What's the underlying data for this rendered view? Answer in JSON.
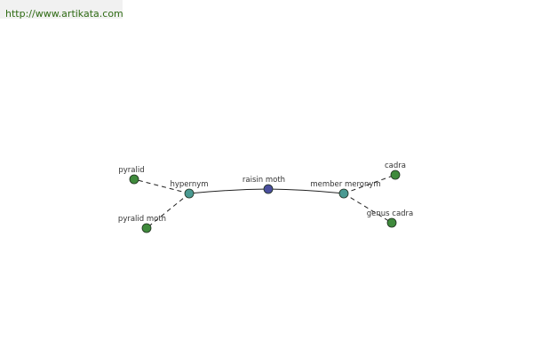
{
  "header": {
    "url": "http://www.artikata.com"
  },
  "graph": {
    "nodes": [
      {
        "id": "raisin-moth",
        "label": "raisin moth",
        "color": "#4a4f9e"
      },
      {
        "id": "hypernym",
        "label": "hypernym",
        "color": "#4a9a92"
      },
      {
        "id": "member-meronym",
        "label": "member meronym",
        "color": "#4a9a92"
      },
      {
        "id": "pyralid",
        "label": "pyralid",
        "color": "#3f8a3c"
      },
      {
        "id": "pyralid-moth",
        "label": "pyralid moth",
        "color": "#3f8a3c"
      },
      {
        "id": "cadra",
        "label": "cadra",
        "color": "#3f8a3c"
      },
      {
        "id": "genus-cadra",
        "label": "genus cadra",
        "color": "#3f8a3c"
      }
    ],
    "edges": [
      {
        "from": "raisin-moth",
        "to": "hypernym",
        "style": "solid"
      },
      {
        "from": "raisin-moth",
        "to": "member-meronym",
        "style": "solid"
      },
      {
        "from": "hypernym",
        "to": "pyralid",
        "style": "dashed"
      },
      {
        "from": "hypernym",
        "to": "pyralid-moth",
        "style": "dashed"
      },
      {
        "from": "member-meronym",
        "to": "cadra",
        "style": "dashed"
      },
      {
        "from": "member-meronym",
        "to": "genus-cadra",
        "style": "dashed"
      }
    ]
  }
}
